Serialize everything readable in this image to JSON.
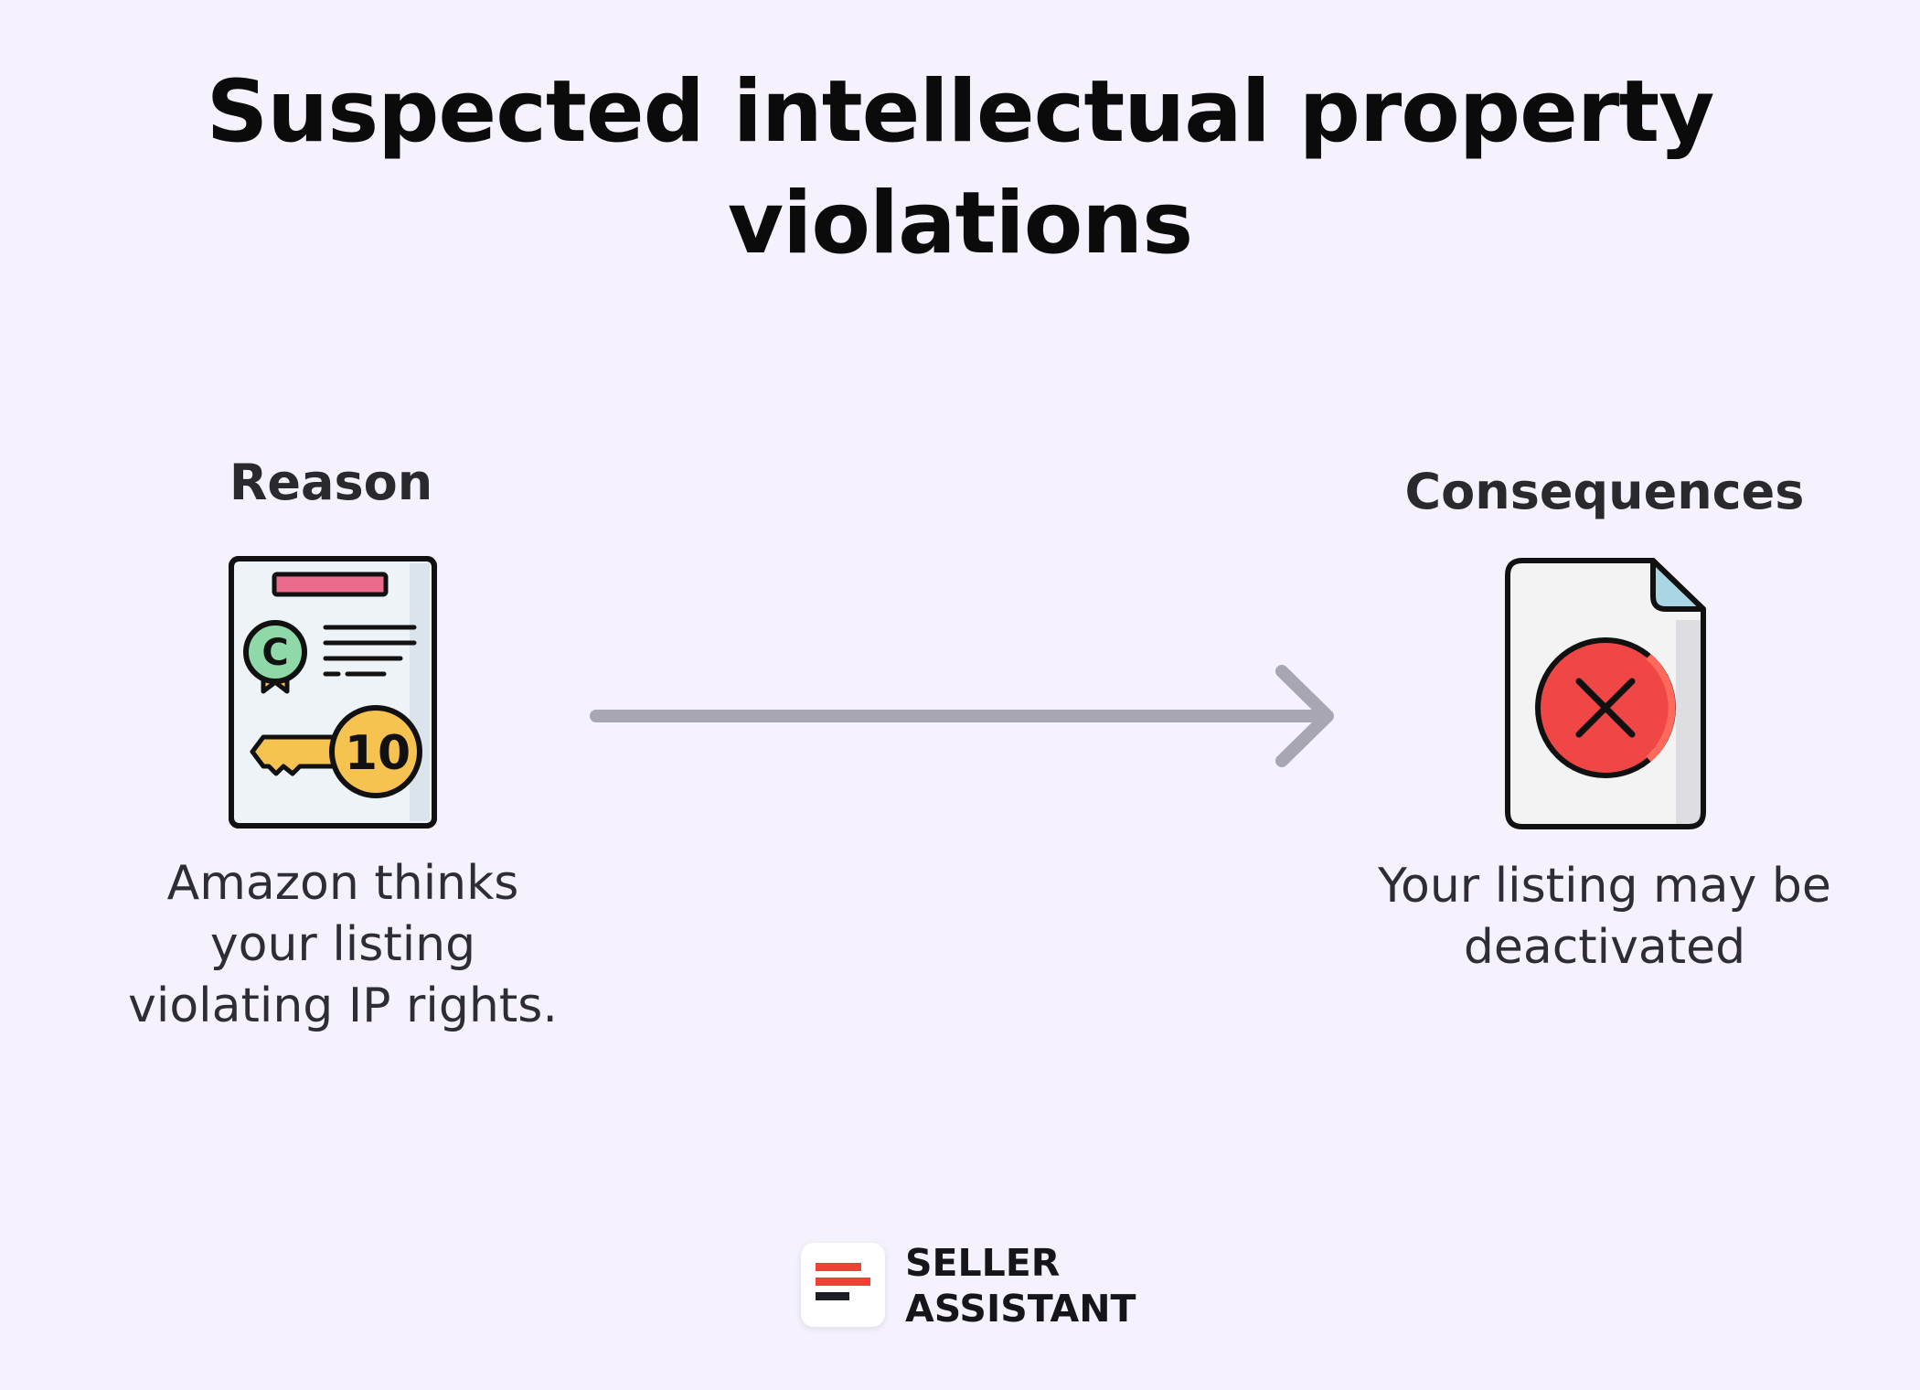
{
  "title": "Suspected intellectual property violations",
  "reason": {
    "heading": "Reason",
    "icon": "certificate-key-icon",
    "lines": [
      "Amazon thinks",
      "your listing",
      "violating IP rights."
    ]
  },
  "consequences": {
    "heading": "Consequences",
    "icon": "document-x-icon",
    "lines": [
      "Your listing may be",
      "deactivated"
    ]
  },
  "certificate": {
    "copyright_symbol": "C",
    "key_number": "10"
  },
  "brand": {
    "line1": "SELLER",
    "line2": "ASSISTANT"
  },
  "colors": {
    "background": "#f5f2fd",
    "arrow": "#a9a6b3",
    "x_circle": "#f04646",
    "key": "#f6c350",
    "seal": "#8fd9a8",
    "banner": "#ea6c8a",
    "brand_red": "#ef4136"
  }
}
